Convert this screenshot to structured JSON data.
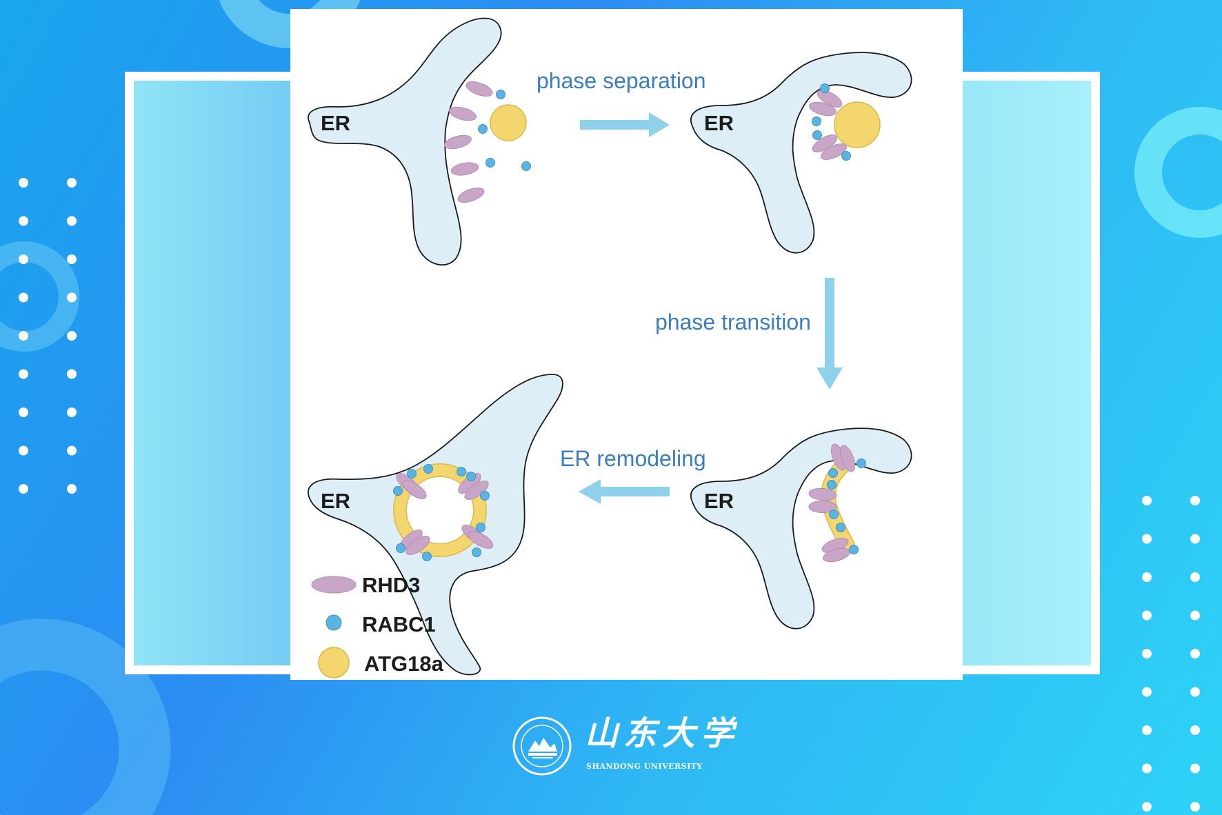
{
  "steps": {
    "phase_separation": "phase separation",
    "phase_transition": "phase transition",
    "er_remodeling": "ER remodeling"
  },
  "organelle_label": "ER",
  "legend": {
    "rhd3": "RHD3",
    "rabc1": "RABC1",
    "atg18a": "ATG18a"
  },
  "logo": {
    "name_cn": "山东大学",
    "name_en": "SHANDONG UNIVERSITY"
  },
  "colors": {
    "background": "#2b8cf2",
    "er_fill": "#deeef6",
    "rhd3": "#c9a5c8",
    "rabc1": "#5ab4e2",
    "atg18a": "#f3d66e",
    "arrow": "#8fd0ea",
    "label_text": "#3a7ebf"
  },
  "icons": [
    "arrow-right-icon",
    "arrow-down-icon",
    "arrow-left-icon",
    "university-seal-icon"
  ]
}
